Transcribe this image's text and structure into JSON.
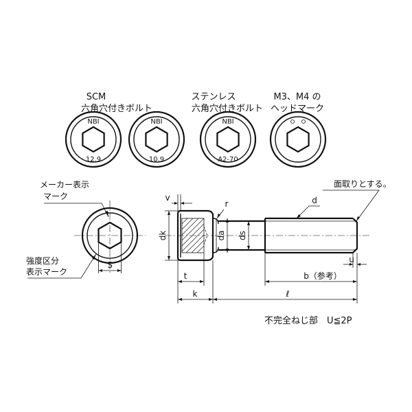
{
  "heads": [
    {
      "caption_lines": [
        "SCM",
        "六角穴付きボルト"
      ],
      "marks": [
        "NBI",
        "12.9"
      ]
    },
    {
      "caption_lines": [],
      "marks": [
        "NBI",
        "10.9"
      ]
    },
    {
      "caption_lines": [
        "ステンレス",
        "六角穴付きボルト"
      ],
      "marks": [
        "NBI",
        "A2-70"
      ]
    },
    {
      "caption_lines": [
        "M3、M4 の",
        "ヘッドマーク"
      ],
      "marks": []
    }
  ],
  "end_view": {
    "maker_label": [
      "メーカー表示",
      "マーク"
    ],
    "strength_label": [
      "強度区分",
      "表示マーク"
    ],
    "dim_s": "S"
  },
  "side_view": {
    "chamfer_note": "面取りとする。",
    "dims": {
      "v": "v",
      "r": "r",
      "d": "d",
      "dk": "dk",
      "da": "da",
      "ds": "ds",
      "t": "t",
      "k": "k",
      "l": "ℓ",
      "b": "b（参考）",
      "u": "u"
    }
  },
  "footnote": "不完全ねじ部　U≦2P"
}
